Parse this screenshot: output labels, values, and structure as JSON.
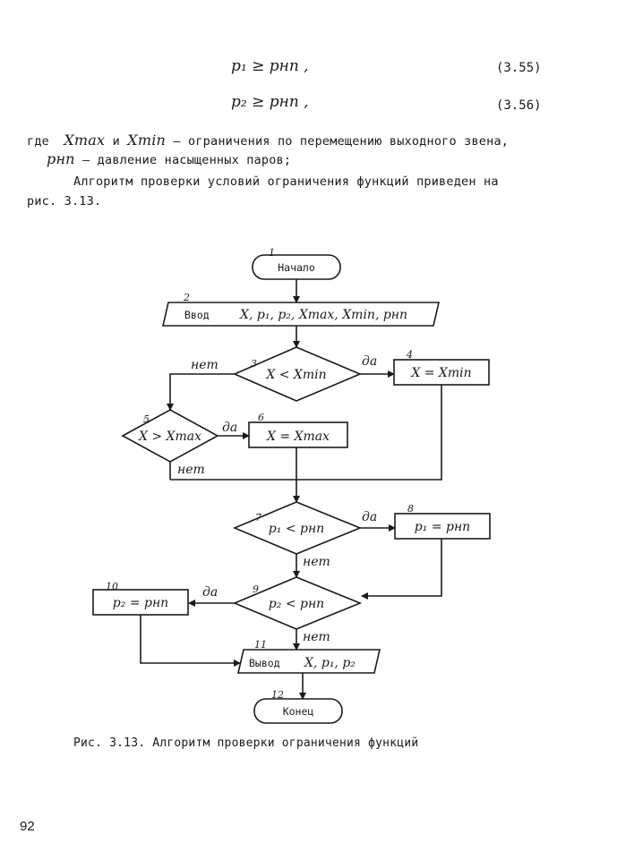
{
  "equations": [
    {
      "formula": "p₁ ≥ pнп ,",
      "number": "(3.55)"
    },
    {
      "formula": "p₂ ≥ pнп ,",
      "number": "(3.56)"
    }
  ],
  "text": {
    "where_prefix": "где",
    "xmax": "Xmax",
    "and": "и",
    "xmin": "Xmin",
    "where_rest": "– ограничения по перемещению выходного звена,",
    "pnp": "pнп",
    "pnp_rest": "– давление насыщенных паров;",
    "para_line1": "Алгоритм проверки условий ограничения функций приведен на",
    "para_line2": "рис. 3.13."
  },
  "flowchart": {
    "start": {
      "num": "1",
      "label": "Начало"
    },
    "input": {
      "num": "2",
      "label": "Ввод",
      "vars": "X, p₁, p₂, Xmax, Xmin, pнп"
    },
    "cond3": {
      "num": "3",
      "label": "X < Xmin"
    },
    "proc4": {
      "num": "4",
      "label": "X = Xmin"
    },
    "cond5": {
      "num": "5",
      "label": "X > Xmax"
    },
    "proc6": {
      "num": "6",
      "label": "X = Xmax"
    },
    "cond7": {
      "num": "7",
      "label": "p₁ < pнп"
    },
    "proc8": {
      "num": "8",
      "label": "p₁ = pнп"
    },
    "cond9": {
      "num": "9",
      "label": "p₂ < pнп"
    },
    "proc10": {
      "num": "10",
      "label": "p₂ = pнп"
    },
    "output": {
      "num": "11",
      "label": "Вывод",
      "vars": "X, p₁, p₂"
    },
    "end": {
      "num": "12",
      "label": "Конец"
    },
    "yes": "да",
    "no": "нет"
  },
  "caption": "Рис. 3.13. Алгоритм проверки ограничения функций",
  "page_number": "92"
}
